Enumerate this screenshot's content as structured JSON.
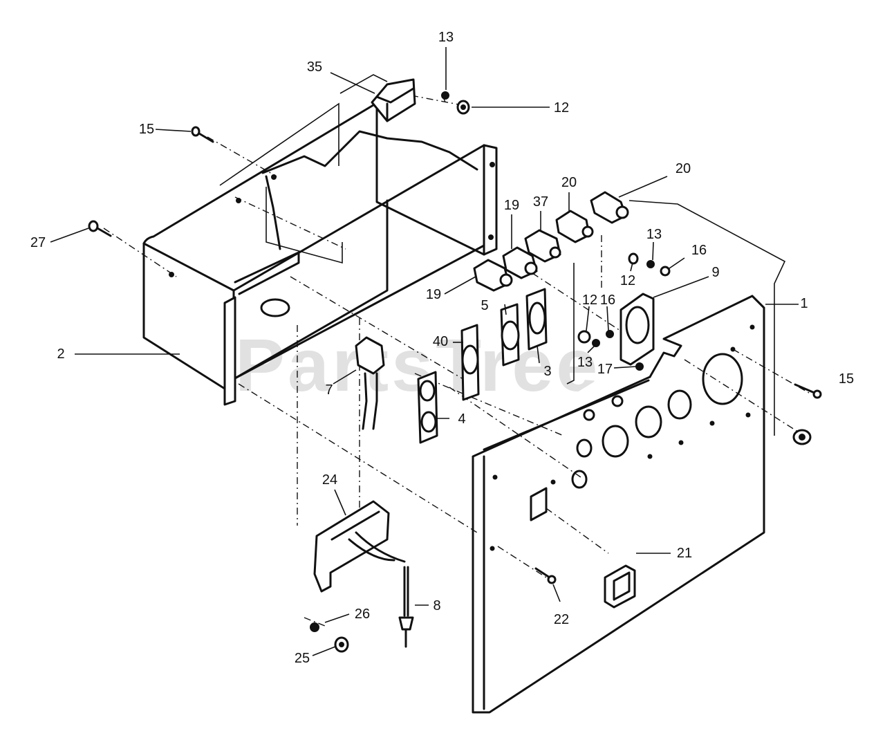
{
  "watermark": "PartsTree",
  "callouts": [
    {
      "key": "c13a",
      "text": "13"
    },
    {
      "key": "c35",
      "text": "35"
    },
    {
      "key": "c12a",
      "text": "12"
    },
    {
      "key": "c15a",
      "text": "15"
    },
    {
      "key": "c20a",
      "text": "20"
    },
    {
      "key": "c20b",
      "text": "20"
    },
    {
      "key": "c37",
      "text": "37"
    },
    {
      "key": "c19a",
      "text": "19"
    },
    {
      "key": "c13b",
      "text": "13"
    },
    {
      "key": "c16a",
      "text": "16"
    },
    {
      "key": "c27",
      "text": "27"
    },
    {
      "key": "c12b",
      "text": "12"
    },
    {
      "key": "c9",
      "text": "9"
    },
    {
      "key": "c19b",
      "text": "19"
    },
    {
      "key": "c1",
      "text": "1"
    },
    {
      "key": "c12c",
      "text": "12"
    },
    {
      "key": "c16b",
      "text": "16"
    },
    {
      "key": "c5",
      "text": "5"
    },
    {
      "key": "c40",
      "text": "40"
    },
    {
      "key": "c2",
      "text": "2"
    },
    {
      "key": "c13c",
      "text": "13"
    },
    {
      "key": "c17",
      "text": "17"
    },
    {
      "key": "c3",
      "text": "3"
    },
    {
      "key": "c15b",
      "text": "15"
    },
    {
      "key": "c7",
      "text": "7"
    },
    {
      "key": "c4",
      "text": "4"
    },
    {
      "key": "c24",
      "text": "24"
    },
    {
      "key": "c21",
      "text": "21"
    },
    {
      "key": "c8",
      "text": "8"
    },
    {
      "key": "c26",
      "text": "26"
    },
    {
      "key": "c22",
      "text": "22"
    },
    {
      "key": "c25",
      "text": "25"
    }
  ]
}
